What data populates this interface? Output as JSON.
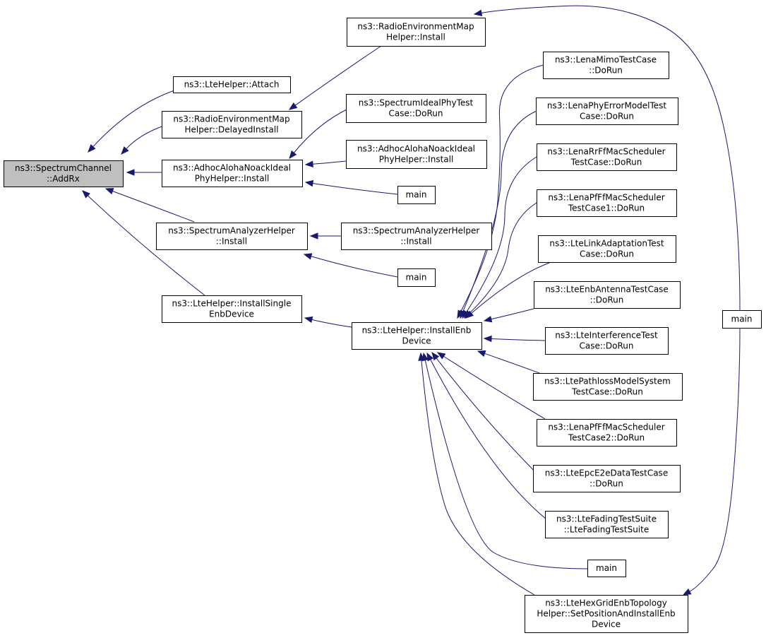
{
  "nodes": [
    {
      "id": "addrx",
      "lines": [
        "ns3::SpectrumChannel",
        "::AddRx"
      ],
      "root": true
    },
    {
      "id": "attach",
      "lines": [
        "ns3::LteHelper::Attach"
      ]
    },
    {
      "id": "remDelayed",
      "lines": [
        "ns3::RadioEnvironmentMap",
        "Helper::DelayedInstall"
      ]
    },
    {
      "id": "adhocPhy",
      "lines": [
        "ns3::AdhocAlohaNoackIdeal",
        "PhyHelper::Install"
      ]
    },
    {
      "id": "specAnalyzer",
      "lines": [
        "ns3::SpectrumAnalyzerHelper",
        "::Install"
      ]
    },
    {
      "id": "installSingle",
      "lines": [
        "ns3::LteHelper::InstallSingle",
        "EnbDevice"
      ]
    },
    {
      "id": "remInstall",
      "lines": [
        "ns3::RadioEnvironmentMap",
        "Helper::Install"
      ]
    },
    {
      "id": "specIdealTest",
      "lines": [
        "ns3::SpectrumIdealPhyTest",
        "Case::DoRun"
      ]
    },
    {
      "id": "adhocInstall2",
      "lines": [
        "ns3::AdhocAlohaNoackIdeal",
        "PhyHelper::Install"
      ]
    },
    {
      "id": "main1",
      "lines": [
        "main"
      ]
    },
    {
      "id": "specAnalyzer2",
      "lines": [
        "ns3::SpectrumAnalyzerHelper",
        "::Install"
      ]
    },
    {
      "id": "main2",
      "lines": [
        "main"
      ]
    },
    {
      "id": "installEnb",
      "lines": [
        "ns3::LteHelper::InstallEnb",
        "Device"
      ]
    },
    {
      "id": "lenaMimo",
      "lines": [
        "ns3::LenaMimoTestCase",
        "::DoRun"
      ]
    },
    {
      "id": "lenaPhyErr",
      "lines": [
        "ns3::LenaPhyErrorModelTest",
        "Case::DoRun"
      ]
    },
    {
      "id": "lenaRr",
      "lines": [
        "ns3::LenaRrFfMacScheduler",
        "TestCase::DoRun"
      ]
    },
    {
      "id": "lenaPf1",
      "lines": [
        "ns3::LenaPfFfMacScheduler",
        "TestCase1::DoRun"
      ]
    },
    {
      "id": "lteLinkAdapt",
      "lines": [
        "ns3::LteLinkAdaptationTest",
        "Case::DoRun"
      ]
    },
    {
      "id": "lteEnbAntenna",
      "lines": [
        "ns3::LteEnbAntennaTestCase",
        "::DoRun"
      ]
    },
    {
      "id": "lteInterf",
      "lines": [
        "ns3::LteInterferenceTest",
        "Case::DoRun"
      ]
    },
    {
      "id": "ltePathloss",
      "lines": [
        "ns3::LtePathlossModelSystem",
        "TestCase::DoRun"
      ]
    },
    {
      "id": "lenaPf2",
      "lines": [
        "ns3::LenaPfFfMacScheduler",
        "TestCase2::DoRun"
      ]
    },
    {
      "id": "lteEpc",
      "lines": [
        "ns3::LteEpcE2eDataTestCase",
        "::DoRun"
      ]
    },
    {
      "id": "lteFading",
      "lines": [
        "ns3::LteFadingTestSuite",
        "::LteFadingTestSuite"
      ]
    },
    {
      "id": "main3",
      "lines": [
        "main"
      ]
    },
    {
      "id": "hexGrid",
      "lines": [
        "ns3::LteHexGridEnbTopology",
        "Helper::SetPositionAndInstallEnb",
        "Device"
      ]
    },
    {
      "id": "mainRight",
      "lines": [
        "main"
      ]
    }
  ],
  "edges": [
    {
      "from": "attach",
      "to": "addrx"
    },
    {
      "from": "remDelayed",
      "to": "addrx"
    },
    {
      "from": "adhocPhy",
      "to": "addrx"
    },
    {
      "from": "specAnalyzer",
      "to": "addrx"
    },
    {
      "from": "installSingle",
      "to": "addrx"
    },
    {
      "from": "remInstall",
      "to": "remDelayed"
    },
    {
      "from": "specIdealTest",
      "to": "adhocPhy"
    },
    {
      "from": "adhocInstall2",
      "to": "adhocPhy"
    },
    {
      "from": "main1",
      "to": "adhocPhy"
    },
    {
      "from": "specAnalyzer2",
      "to": "specAnalyzer"
    },
    {
      "from": "main2",
      "to": "specAnalyzer"
    },
    {
      "from": "installEnb",
      "to": "installSingle"
    },
    {
      "from": "lenaMimo",
      "to": "installEnb"
    },
    {
      "from": "lenaPhyErr",
      "to": "installEnb"
    },
    {
      "from": "lenaRr",
      "to": "installEnb"
    },
    {
      "from": "lenaPf1",
      "to": "installEnb"
    },
    {
      "from": "lteLinkAdapt",
      "to": "installEnb"
    },
    {
      "from": "lteEnbAntenna",
      "to": "installEnb"
    },
    {
      "from": "lteInterf",
      "to": "installEnb"
    },
    {
      "from": "ltePathloss",
      "to": "installEnb"
    },
    {
      "from": "lenaPf2",
      "to": "installEnb"
    },
    {
      "from": "lteEpc",
      "to": "installEnb"
    },
    {
      "from": "lteFading",
      "to": "installEnb"
    },
    {
      "from": "main3",
      "to": "installEnb"
    },
    {
      "from": "hexGrid",
      "to": "installEnb"
    },
    {
      "from": "mainRight",
      "to": "remInstall"
    },
    {
      "from": "mainRight",
      "to": "hexGrid"
    }
  ]
}
